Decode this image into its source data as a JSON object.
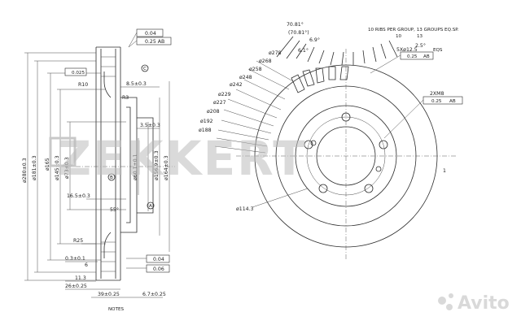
{
  "brand": "ZEKKERT",
  "watermark": "Avito",
  "footer": {
    "notes": "NOTES"
  },
  "top_right": {
    "dim_outer": "70.81°",
    "dim_inner": "(70.81°)",
    "ribs_note": "10 RIBS PER GROUP, 13 GROUPS EQ.SP.",
    "ribs_vals": [
      "10",
      "13"
    ],
    "angle_6_9": "6.9°",
    "angle_6_1": "6.1°",
    "angle_2_5": "2.5°",
    "holes": "5Xø12.5",
    "holes_eqs": "EQS",
    "holes_tol": "0.25",
    "holes_datum": "AB",
    "m8": "2XM8",
    "m8_tol": "0.25",
    "m8_datum": "AB"
  },
  "radial_dims": [
    "ø278",
    "ø268",
    "ø258",
    "ø248",
    "ø242",
    "ø229",
    "ø227",
    "ø208",
    "ø192",
    "ø188"
  ],
  "pcd": "ø114.3",
  "left_view": {
    "tol_top1": "0.04",
    "tol_top2": "0.25 AB",
    "tol_left": "0.025",
    "r10": "R10",
    "r3": "R3",
    "dim_8_5": "8.5±0.3",
    "dim_3_5": "3.5±0.3",
    "dim_16_5": "16.5±0.3",
    "vert_dims": [
      "ø280±0.3",
      "ø181±0.3",
      "ø165",
      "ø145±0.3",
      "ø73±0.3",
      "ø60.1±0.1",
      "ø156.9±0.3",
      "ø164±0.3"
    ],
    "angle_55": "55°",
    "r25": "R25",
    "dim_0_3": "0.3±0.1",
    "dim_6": "6",
    "tol_bottom1": "0.04",
    "tol_bottom2": "0.06",
    "dim_11_3": "11.3",
    "dim_26": "26±0.25",
    "dim_39": "39±0.25",
    "dim_6_7": "6.7±0.25",
    "datum_a": "A",
    "datum_b": "B",
    "datum_c": "C"
  }
}
